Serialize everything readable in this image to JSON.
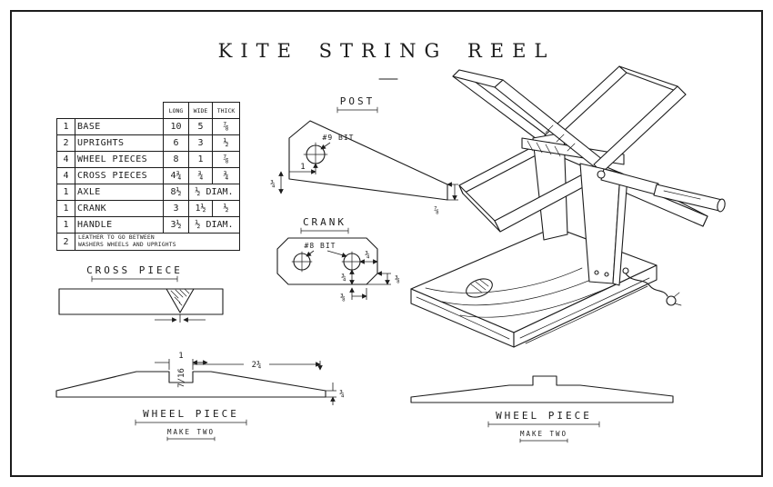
{
  "colors": {
    "ink": "#1c1c1c",
    "paper": "#ffffff"
  },
  "title": {
    "text": "KITE STRING REEL"
  },
  "parts_table": {
    "headers": [
      "LONG",
      "WIDE",
      "THICK"
    ],
    "rows": [
      {
        "qty": "1",
        "name": "BASE",
        "long": "10",
        "wide": "5",
        "thick": "⅞"
      },
      {
        "qty": "2",
        "name": "UPRIGHTS",
        "long": "6",
        "wide": "3",
        "thick": "½"
      },
      {
        "qty": "4",
        "name": "WHEEL PIECES",
        "long": "8",
        "wide": "1",
        "thick": "⅞"
      },
      {
        "qty": "4",
        "name": "CROSS PIECES",
        "long": "4¾",
        "wide": "¾",
        "thick": "¾"
      },
      {
        "qty": "1",
        "name": "AXLE",
        "long": "8½",
        "diam": "½ DIAM."
      },
      {
        "qty": "1",
        "name": "CRANK",
        "long": "3",
        "wide": "1½",
        "thick": "½"
      },
      {
        "qty": "1",
        "name": "HANDLE",
        "long": "3½",
        "diam": "½ DIAM."
      },
      {
        "qty": "2",
        "note_line1": "LEATHER TO GO BETWEEN",
        "note_line2": "WASHERS WHEELS AND UPRIGHTS"
      }
    ]
  },
  "post": {
    "label": "POST",
    "bit": "#9 BIT",
    "dim_hole": "1",
    "dim_left": "¾",
    "dim_right": "⅞"
  },
  "crank": {
    "label": "CRANK",
    "bit": "#8 BIT",
    "dim_a": "¾",
    "dim_b": "¾",
    "dim_c": "⅜",
    "dim_d": "⅜"
  },
  "cross_piece": {
    "label": "CROSS PIECE"
  },
  "wheel_piece_left": {
    "label": "WHEEL PIECE",
    "make": "MAKE TWO",
    "dim_notch": "1",
    "dim_flat": "2¾",
    "dim_depth": "7/16",
    "dim_end": "¾"
  },
  "wheel_piece_right": {
    "label": "WHEEL PIECE",
    "make": "MAKE TWO"
  }
}
